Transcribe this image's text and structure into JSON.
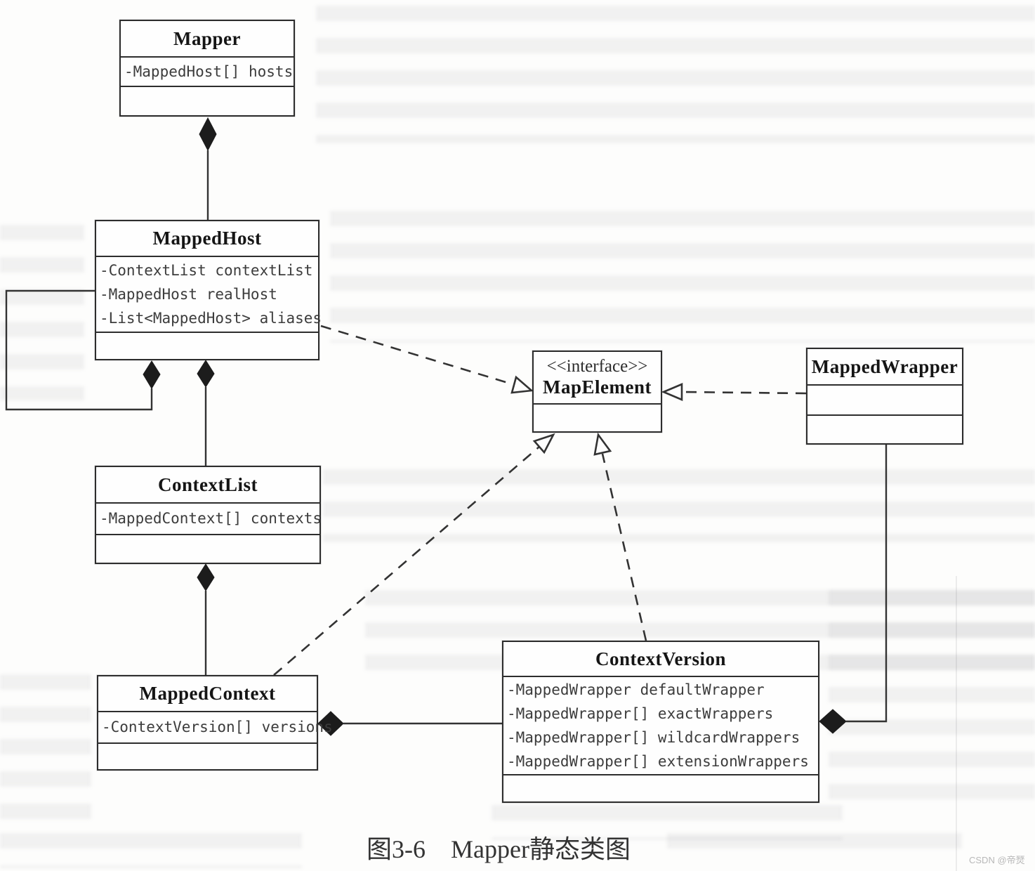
{
  "diagram": {
    "type": "uml-class-diagram",
    "caption": "图3-6　Mapper静态类图",
    "watermark": "CSDN @帝燹",
    "colors": {
      "ink": "#2d2d2d",
      "line": "#333333",
      "paper": "#fdfdfc",
      "watermark_gray": "#b8b8b8"
    },
    "classes": {
      "mapper": {
        "name": "Mapper",
        "attributes": [
          "-MappedHost[] hosts"
        ]
      },
      "mappedHost": {
        "name": "MappedHost",
        "attributes": [
          "-ContextList contextList",
          "-MappedHost realHost",
          "-List<MappedHost> aliases"
        ]
      },
      "contextList": {
        "name": "ContextList",
        "attributes": [
          "-MappedContext[] contexts"
        ]
      },
      "mappedContext": {
        "name": "MappedContext",
        "attributes": [
          "-ContextVersion[] versions"
        ]
      },
      "mapElement": {
        "stereotype": "<<interface>>",
        "name": "MapElement",
        "attributes": []
      },
      "mappedWrapper": {
        "name": "MappedWrapper",
        "attributes": []
      },
      "contextVersion": {
        "name": "ContextVersion",
        "attributes": [
          "-MappedWrapper defaultWrapper",
          "-MappedWrapper[] exactWrappers",
          "-MappedWrapper[] wildcardWrappers",
          "-MappedWrapper[] extensionWrappers"
        ]
      }
    },
    "relationships": [
      {
        "from": "Mapper",
        "to": "MappedHost",
        "type": "composition"
      },
      {
        "from": "MappedHost",
        "to": "MappedHost",
        "type": "composition-self"
      },
      {
        "from": "MappedHost",
        "to": "ContextList",
        "type": "composition"
      },
      {
        "from": "ContextList",
        "to": "MappedContext",
        "type": "composition"
      },
      {
        "from": "MappedContext",
        "to": "ContextVersion",
        "type": "composition"
      },
      {
        "from": "ContextVersion",
        "to": "MappedWrapper",
        "type": "composition"
      },
      {
        "from": "MappedHost",
        "to": "MapElement",
        "type": "realization"
      },
      {
        "from": "MappedContext",
        "to": "MapElement",
        "type": "realization"
      },
      {
        "from": "ContextVersion",
        "to": "MapElement",
        "type": "realization"
      },
      {
        "from": "MappedWrapper",
        "to": "MapElement",
        "type": "realization"
      }
    ]
  }
}
